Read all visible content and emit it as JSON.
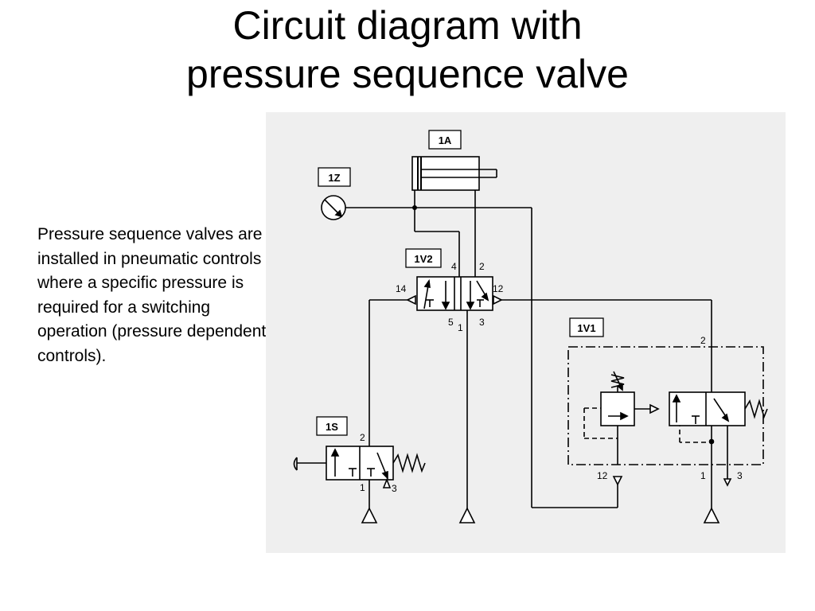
{
  "title": {
    "line1": "Circuit diagram with",
    "line2": "pressure sequence valve"
  },
  "description": "Pressure sequence valves are installed in pneumatic controls where a specific pressure is required for a switching operation (pressure dependent controls).",
  "diagram": {
    "components": {
      "cylinder": "1A",
      "gauge": "1Z",
      "main_valve": "1V2",
      "sequence_valve": "1V1",
      "start_valve": "1S"
    },
    "ports": {
      "v2_4": "4",
      "v2_2": "2",
      "v2_14": "14",
      "v2_12": "12",
      "v2_5": "5",
      "v2_1": "1",
      "v2_3": "3",
      "s_2": "2",
      "s_1": "1",
      "s_3": "3",
      "v1_2": "2",
      "v1_12": "12",
      "v1_1": "1",
      "v1_3": "3"
    }
  }
}
